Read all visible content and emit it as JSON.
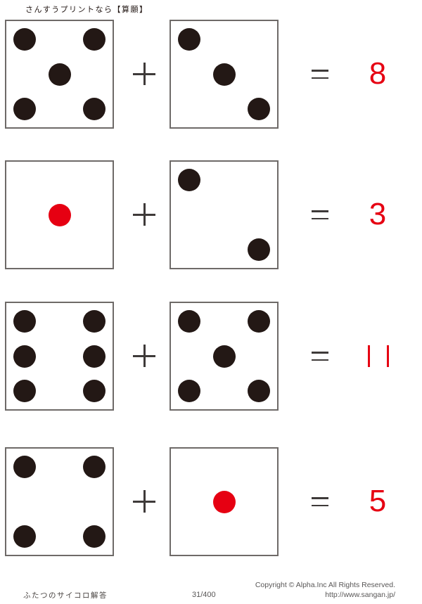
{
  "page": {
    "header": "さんすうプリントなら【算願】"
  },
  "colors": {
    "pip_black": "#231815",
    "pip_red": "#e60012",
    "answer_red": "#e60012",
    "operator_dark": "#3e3a39",
    "die_border": "#6e6a68",
    "footer_gray": "#595757"
  },
  "problems": [
    {
      "index": 1,
      "die1": {
        "face": 5,
        "pips": [
          "tl",
          "tr",
          "c",
          "bl",
          "br"
        ],
        "color": "black"
      },
      "op": "+",
      "die2": {
        "face": 3,
        "pips": [
          "tl",
          "c",
          "br"
        ],
        "color": "black"
      },
      "eq": "=",
      "answer": "8"
    },
    {
      "index": 2,
      "die1": {
        "face": 1,
        "pips": [
          "c"
        ],
        "color": "red"
      },
      "op": "+",
      "die2": {
        "face": 2,
        "pips": [
          "tl",
          "br"
        ],
        "color": "black"
      },
      "eq": "=",
      "answer": "3"
    },
    {
      "index": 3,
      "die1": {
        "face": 6,
        "pips": [
          "tl",
          "tr",
          "ml",
          "mr",
          "bl",
          "br"
        ],
        "color": "black"
      },
      "op": "+",
      "die2": {
        "face": 5,
        "pips": [
          "tl",
          "tr",
          "c",
          "bl",
          "br"
        ],
        "color": "black"
      },
      "eq": "=",
      "answer": "11"
    },
    {
      "index": 4,
      "die1": {
        "face": 4,
        "pips": [
          "tl",
          "tr",
          "bl",
          "br"
        ],
        "color": "black"
      },
      "op": "+",
      "die2": {
        "face": 1,
        "pips": [
          "c"
        ],
        "color": "red"
      },
      "eq": "=",
      "answer": "5"
    }
  ],
  "footer": {
    "worksheet_name": "ふたつのサイコロ解答",
    "page_number": "31/400",
    "copyright": "Copyright ©  Alpha.Inc All Rights Reserved.",
    "url": "http://www.sangan.jp/"
  }
}
